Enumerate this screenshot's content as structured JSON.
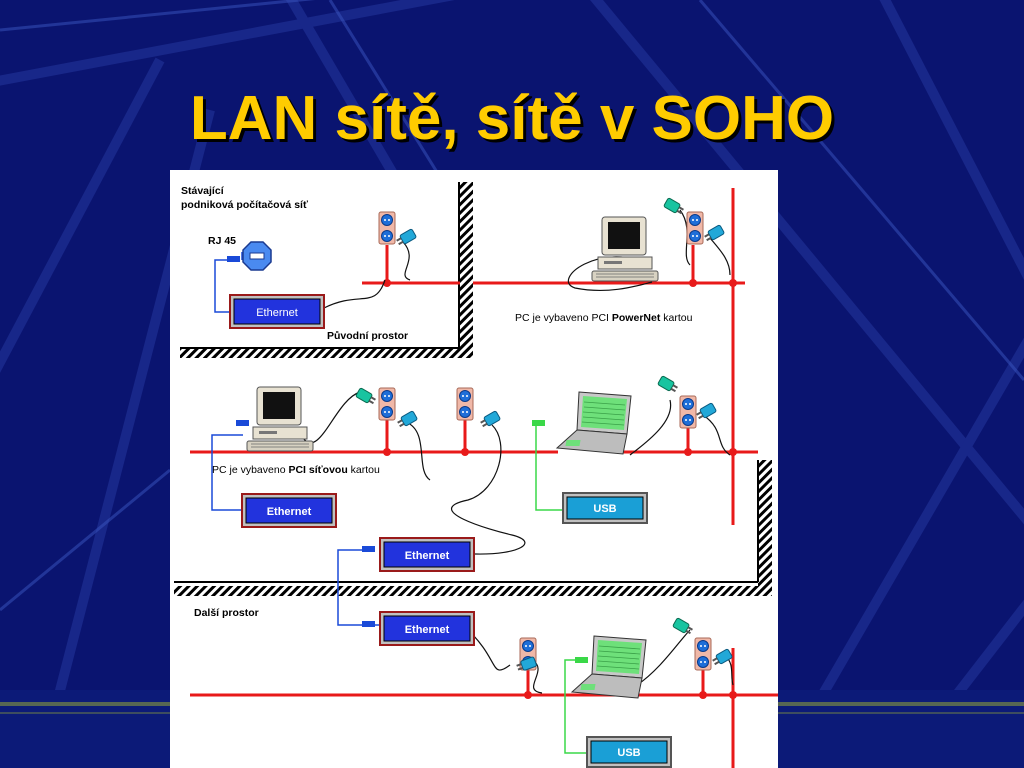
{
  "slide": {
    "title": "LAN sítě, sítě v SOHO",
    "colors": {
      "background": "#0a1470",
      "title": "#ffcc00",
      "bus": "#e81a1a",
      "ethernet_box": "#2233dd",
      "usb_box": "#1a9fd6"
    }
  },
  "diagram": {
    "labels": {
      "existing_net_line1": "Stávající",
      "existing_net_line2": "podniková počítačová síť",
      "rj45": "RJ 45",
      "original_room": "Původní prostor",
      "other_room": "Další prostor",
      "pc_pci_prefix": "PC je vybaveno PCI ",
      "pc_pci_bold": "PowerNet",
      "pc_pci_suffix": " kartou",
      "pc_net_prefix": "PC je vybaveno ",
      "pc_net_bold": "PCI síťovou",
      "pc_net_suffix": " kartou"
    },
    "ethernet_boxes": [
      "Ethernet",
      "Ethernet",
      "Ethernet",
      "Ethernet"
    ],
    "usb_boxes": [
      "USB",
      "USB"
    ],
    "icons": [
      "router-icon",
      "desktop-pc-icon",
      "laptop-icon",
      "power-socket-icon",
      "power-plug-icon"
    ]
  }
}
